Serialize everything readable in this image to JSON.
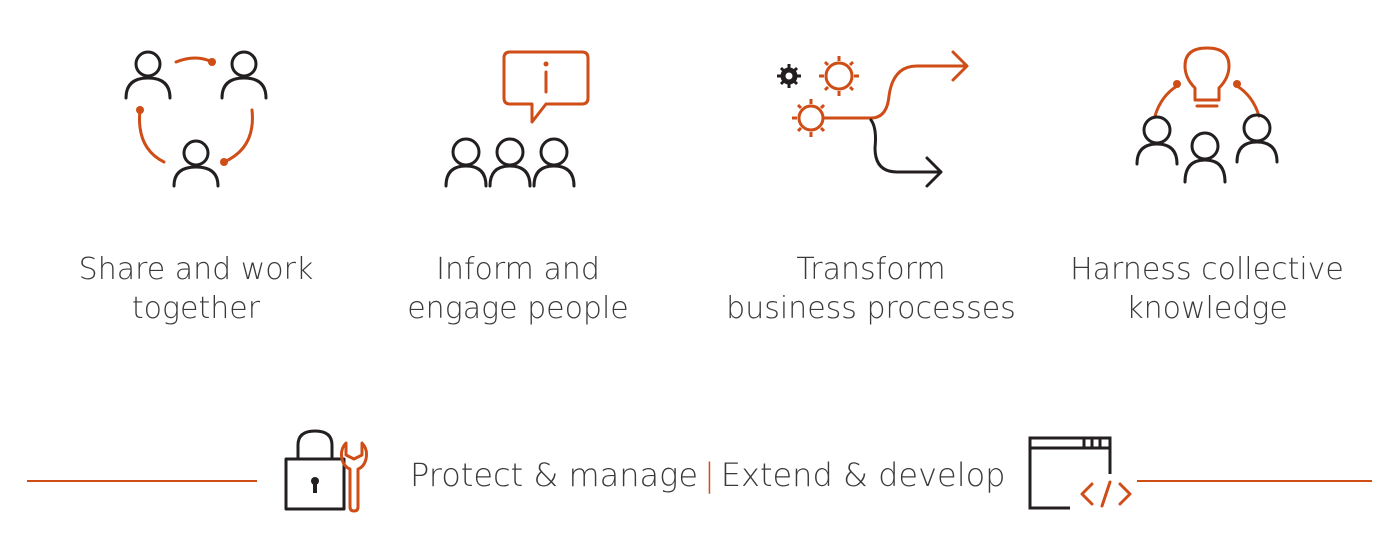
{
  "features": [
    {
      "id": "share",
      "line1": "Share and work",
      "line2": "together",
      "icon": "people-network-icon"
    },
    {
      "id": "inform",
      "line1": "Inform and",
      "line2": "engage people",
      "icon": "people-info-bubble-icon"
    },
    {
      "id": "transform",
      "line1": "Transform",
      "line2": "business processes",
      "icon": "gears-arrows-icon"
    },
    {
      "id": "harness",
      "line1": "Harness collective",
      "line2": "knowledge",
      "icon": "people-lightbulb-icon"
    }
  ],
  "bottom": {
    "left_label": "Protect & manage",
    "separator": "|",
    "right_label": "Extend & develop",
    "left_icon": "lock-wrench-icon",
    "right_icon": "code-window-icon"
  },
  "colors": {
    "accent": "#cf4d17",
    "dark": "#231f20",
    "text": "#3a3a3a"
  }
}
